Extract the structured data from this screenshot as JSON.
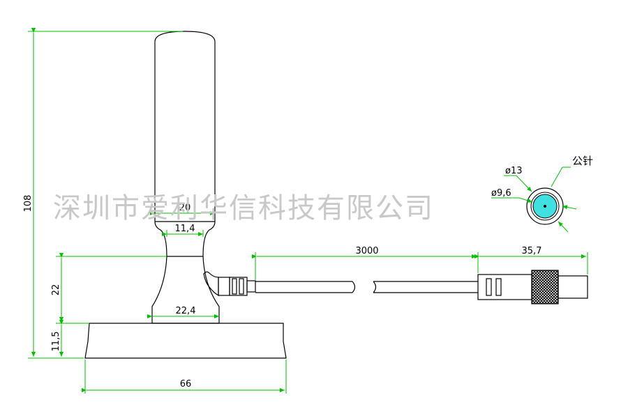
{
  "watermark": "深圳市爱利华信科技有限公司",
  "colors": {
    "outline": "#000000",
    "dimension": "#00c000",
    "connector_face": "#40e0e0",
    "watermark": "#c8c8c8"
  },
  "dimensions": {
    "total_height": "108",
    "top_width": "20",
    "neck_width": "11,4",
    "collar_width": "22,4",
    "collar_height": "22",
    "base_height": "11,5",
    "base_width": "66",
    "cable_length": "3000",
    "connector_length": "35,7",
    "outer_diameter": "ø13",
    "inner_diameter": "ø9,6"
  },
  "labels": {
    "male_pin": "公针"
  }
}
